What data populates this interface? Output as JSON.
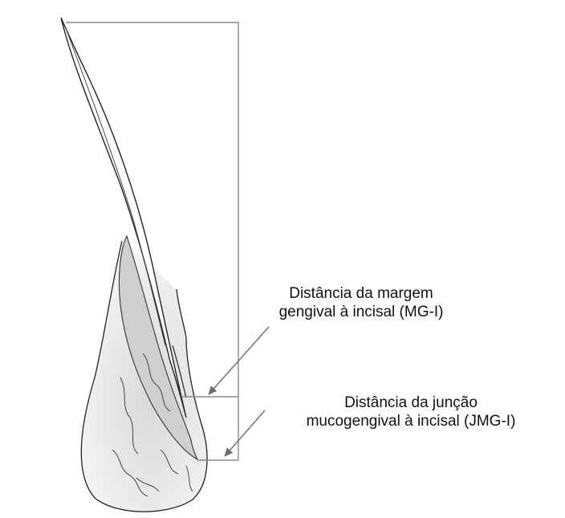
{
  "labels": {
    "mg_line1": "Distância da margem",
    "mg_line2": "gengival à incisal (MG-I)",
    "jmg_line1": "Distância da junção",
    "jmg_line2": "mucogengival à incisal (JMG-I)"
  },
  "colors": {
    "stroke": "#222222",
    "bracket": "#8a8a8a",
    "arrow": "#6e6e6e"
  }
}
